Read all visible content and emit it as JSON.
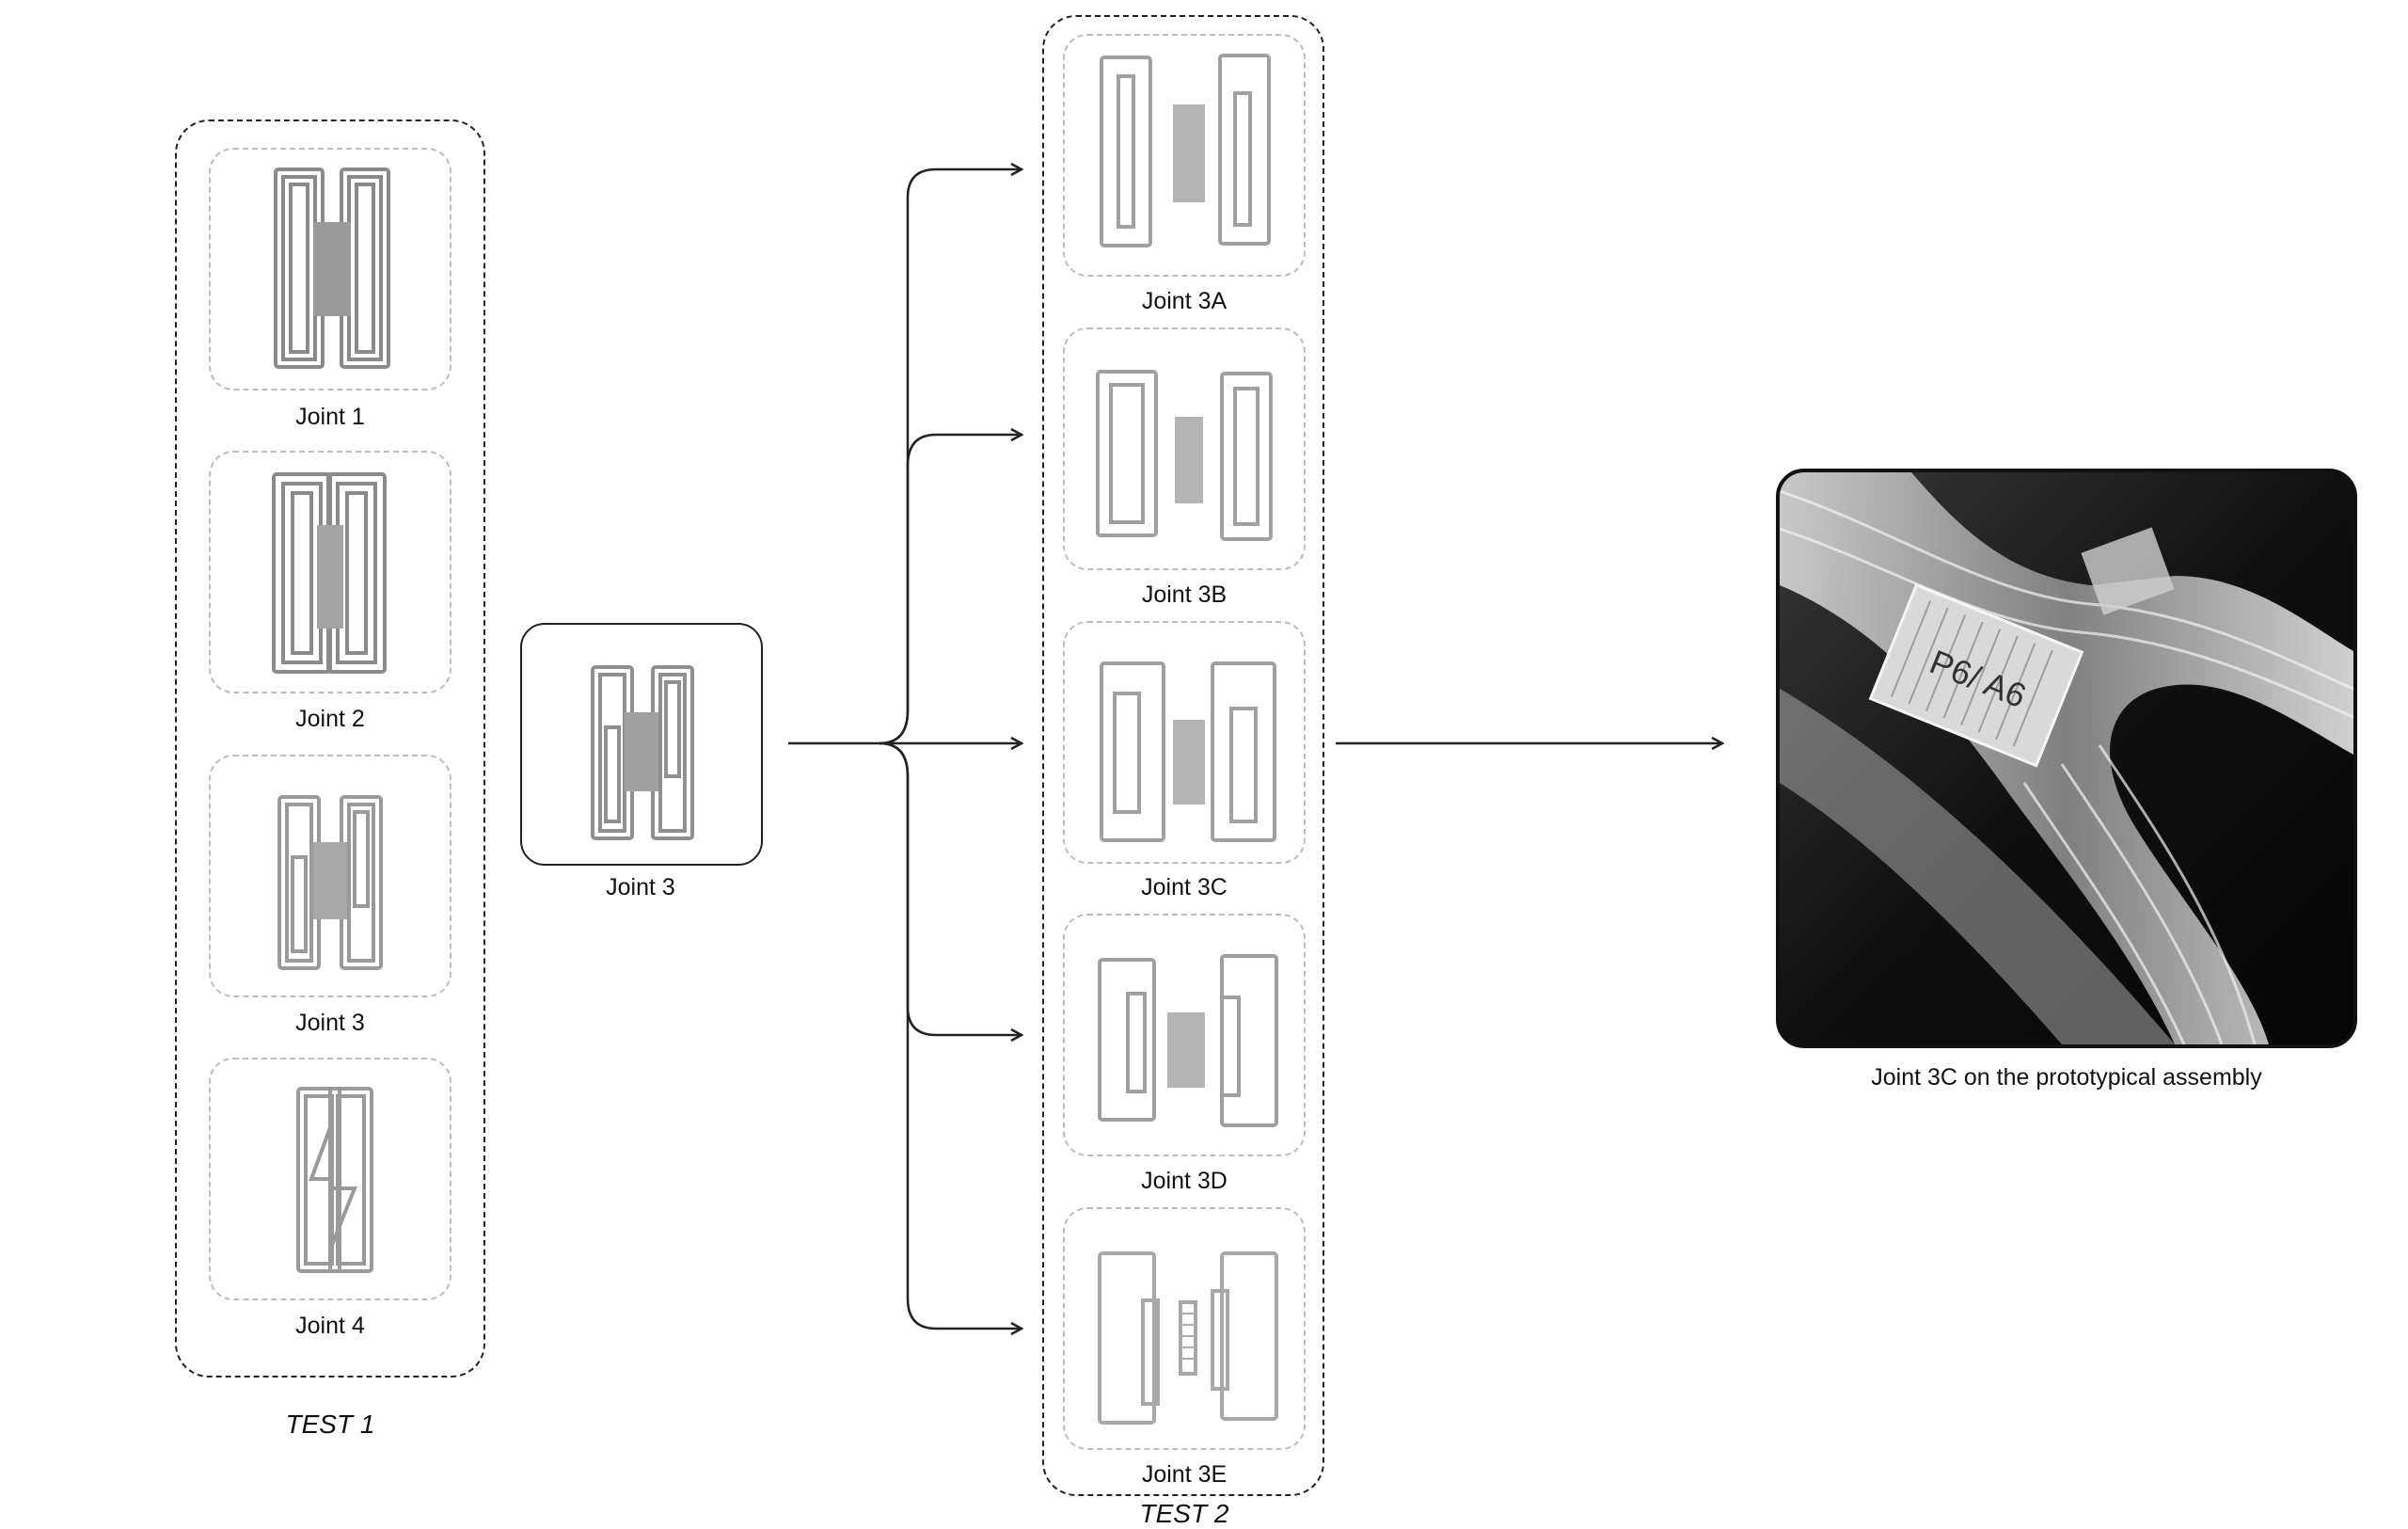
{
  "test1": {
    "title": "TEST 1",
    "joints": [
      {
        "label": "Joint 1",
        "icon": "joint-1-specimen-icon"
      },
      {
        "label": "Joint 2",
        "icon": "joint-2-specimen-icon"
      },
      {
        "label": "Joint 3",
        "icon": "joint-3-specimen-icon"
      },
      {
        "label": "Joint 4",
        "icon": "joint-4-specimen-icon"
      }
    ]
  },
  "selected": {
    "label": "Joint 3",
    "icon": "joint-3-specimen-icon"
  },
  "test2": {
    "title": "TEST 2",
    "joints": [
      {
        "label": "Joint 3A",
        "icon": "joint-3a-specimen-icon"
      },
      {
        "label": "Joint 3B",
        "icon": "joint-3b-specimen-icon"
      },
      {
        "label": "Joint 3C",
        "icon": "joint-3c-specimen-icon"
      },
      {
        "label": "Joint 3D",
        "icon": "joint-3d-specimen-icon"
      },
      {
        "label": "Joint 3E",
        "icon": "joint-3e-specimen-icon"
      }
    ]
  },
  "result": {
    "caption": "Joint 3C on the prototypical assembly",
    "marker_text": "P6/ A6",
    "icon": "assembly-photo-icon"
  },
  "colors": {
    "line": "#222222",
    "tile_border": "#bdbdbd",
    "photo_bg": "#0c0c0c",
    "specimen": "#8a8a8a"
  }
}
